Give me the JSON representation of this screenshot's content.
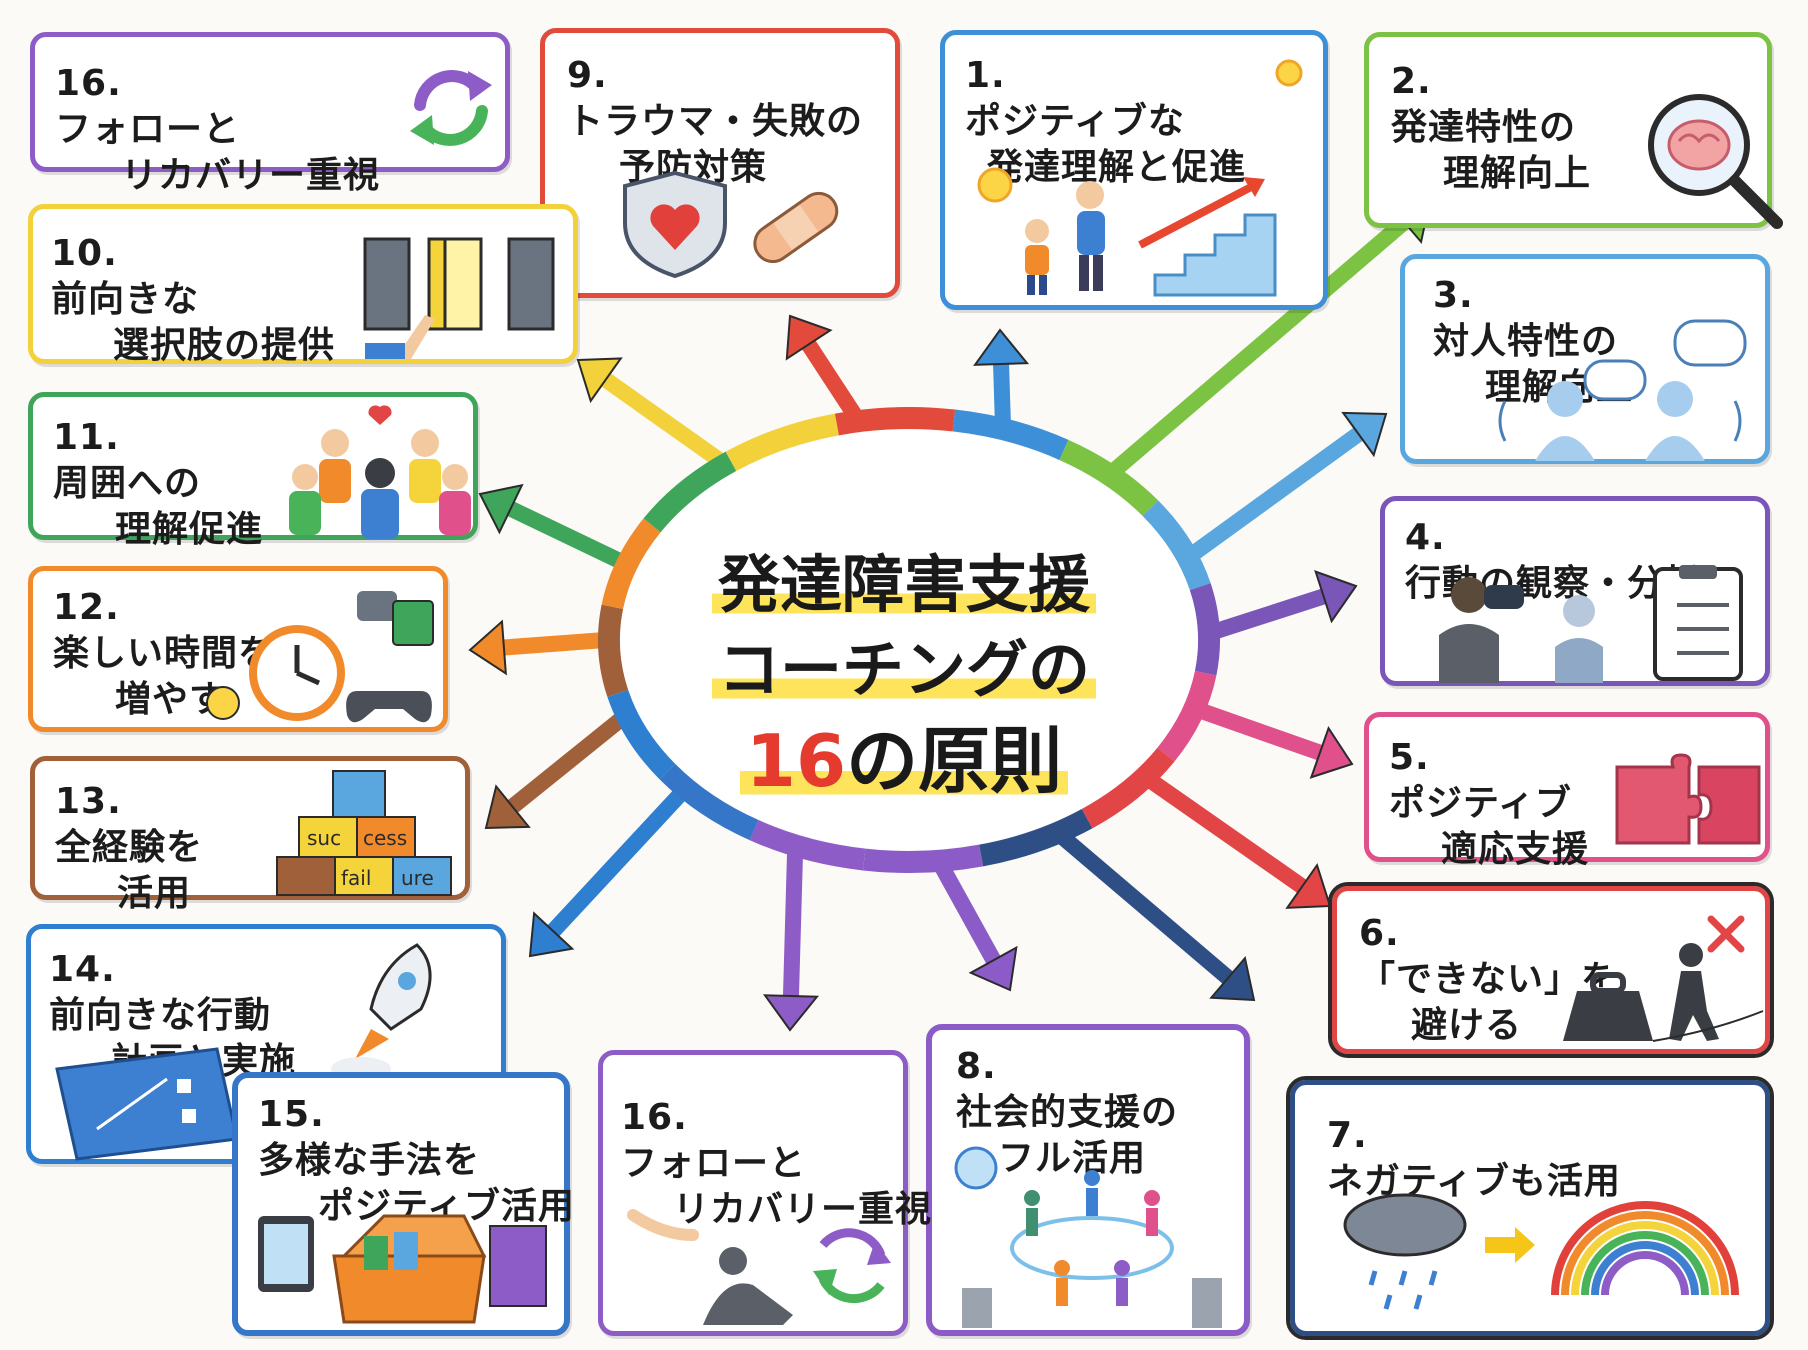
{
  "title": {
    "line1": "発達障害支援",
    "line2": "コーチングの",
    "line3_number": "16",
    "line3_suffix": "の原則"
  },
  "principles": [
    {
      "id": "p1",
      "num": "1.",
      "line1": "ポジティブな",
      "line2": "発達理解と促進",
      "color": "#3d8fd8",
      "icon": "stairs-helping-icon"
    },
    {
      "id": "p2",
      "num": "2.",
      "line1": "発達特性の",
      "line2": "理解向上",
      "color": "#7cc243",
      "icon": "brain-magnifier-icon"
    },
    {
      "id": "p3",
      "num": "3.",
      "line1": "対人特性の",
      "line2": "理解向上",
      "color": "#5aa7df",
      "icon": "conversation-icon"
    },
    {
      "id": "p4",
      "num": "4.",
      "line1": "行動の観察・分析",
      "line2": "",
      "color": "#7a56b8",
      "icon": "binoculars-clipboard-icon"
    },
    {
      "id": "p5",
      "num": "5.",
      "line1": "ポジティブ",
      "line2": "適応支援",
      "color": "#e0508a",
      "icon": "puzzle-icon"
    },
    {
      "id": "p6",
      "num": "6.",
      "line1": "「できない」を",
      "line2": "避ける",
      "color": "#e24545",
      "icon": "weight-walker-icon"
    },
    {
      "id": "p7",
      "num": "7.",
      "line1": "ネガティブも活用",
      "line2": "",
      "color": "#2d4f86",
      "icon": "rain-rainbow-icon"
    },
    {
      "id": "p8",
      "num": "8.",
      "line1": "社会的支援の",
      "line2": "フル活用",
      "color": "#8b5cc8",
      "icon": "community-circle-icon"
    },
    {
      "id": "p9",
      "num": "9.",
      "line1": "トラウマ・失敗の",
      "line2": "予防対策",
      "color": "#e24a3c",
      "icon": "shield-bandage-icon"
    },
    {
      "id": "p10",
      "num": "10.",
      "line1": "前向きな",
      "line2": "選択肢の提供",
      "color": "#f2d13b",
      "icon": "doors-icon"
    },
    {
      "id": "p11",
      "num": "11.",
      "line1": "周囲への",
      "line2": "理解促進",
      "color": "#3fa55a",
      "icon": "group-hug-icon"
    },
    {
      "id": "p12",
      "num": "12.",
      "line1": "楽しい時間を",
      "line2": "増やす",
      "color": "#f08a2a",
      "icon": "clock-games-icon"
    },
    {
      "id": "p13",
      "num": "13.",
      "line1": "全経験を",
      "line2": "活用",
      "color": "#a0613a",
      "icon": "blocks-icon"
    },
    {
      "id": "p14",
      "num": "14.",
      "line1": "前向きな行動",
      "line2": "計画と実施",
      "color": "#2f7fd0",
      "icon": "rocket-plan-icon"
    },
    {
      "id": "p15",
      "num": "15.",
      "line1": "多様な手法を",
      "line2": "ポジティブ活用",
      "color": "#3576c9",
      "icon": "toolbox-icon"
    },
    {
      "id": "p16a",
      "num": "16.",
      "line1": "フォローと",
      "line2": "リカバリー重視",
      "color": "#8e5cc7",
      "icon": "recycle-arrows-icon"
    },
    {
      "id": "p16b",
      "num": "16.",
      "line1": "フォローと",
      "line2": "リカバリー重視",
      "color": "#8e5cc7",
      "icon": "helping-hand-icon"
    }
  ],
  "icon_text": {
    "block1": "suc",
    "block2": "cess",
    "block3": "fail",
    "block4": "ure"
  }
}
